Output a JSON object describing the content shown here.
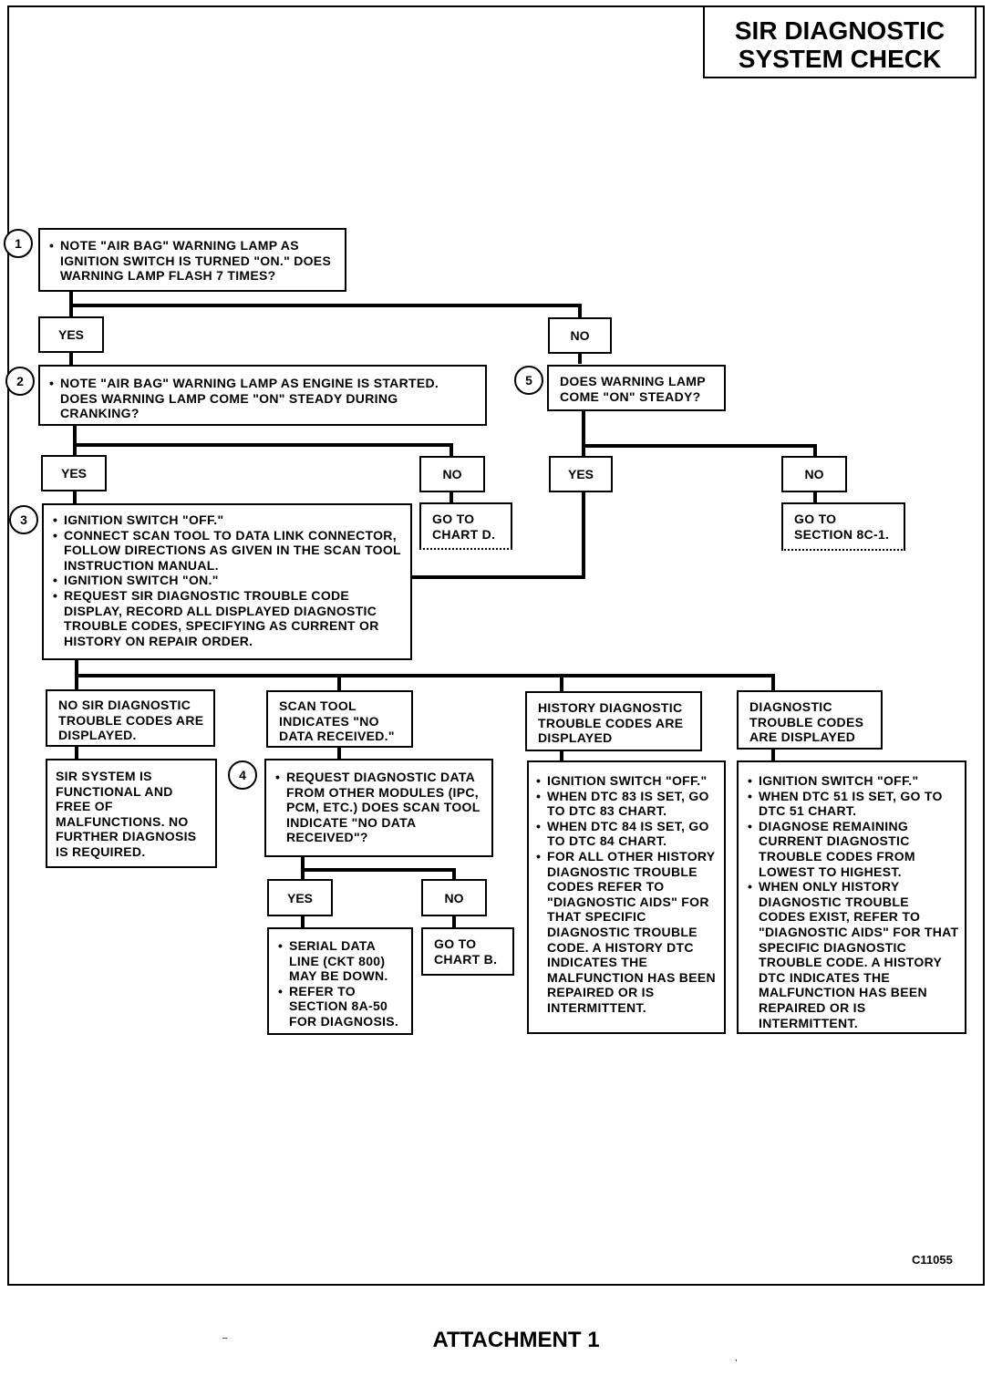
{
  "title": {
    "line1": "SIR DIAGNOSTIC",
    "line2": "SYSTEM CHECK"
  },
  "steps": [
    "1",
    "2",
    "3",
    "4",
    "5"
  ],
  "boxes": {
    "step1": [
      "NOTE \"AIR BAG\" WARNING LAMP AS IGNITION SWITCH IS TURNED \"ON.\" DOES WARNING LAMP FLASH 7 TIMES?"
    ],
    "step2": [
      "NOTE \"AIR BAG\" WARNING LAMP AS ENGINE IS STARTED. DOES WARNING LAMP COME \"ON\" STEADY DURING CRANKING?"
    ],
    "step5": "DOES WARNING LAMP COME \"ON\" STEADY?",
    "step3": [
      "IGNITION SWITCH \"OFF.\"",
      "CONNECT SCAN TOOL TO DATA LINK CONNECTOR, FOLLOW DIRECTIONS AS GIVEN IN THE SCAN TOOL INSTRUCTION MANUAL.",
      "IGNITION SWITCH \"ON.\"",
      "REQUEST SIR DIAGNOSTIC TROUBLE CODE DISPLAY, RECORD ALL DISPLAYED DIAGNOSTIC TROUBLE CODES, SPECIFYING AS CURRENT OR HISTORY ON REPAIR ORDER."
    ],
    "goto_chart_d": "GO TO CHART D.",
    "goto_section_8c1": "GO TO SECTION 8C-1.",
    "no_codes": "NO SIR DIAGNOSTIC TROUBLE CODES ARE DISPLAYED.",
    "no_codes_result": "SIR SYSTEM IS FUNCTIONAL AND FREE OF MALFUNCTIONS. NO FURTHER DIAGNOSIS IS REQUIRED.",
    "no_data": "SCAN TOOL INDICATES \"NO DATA RECEIVED.\"",
    "step4": [
      "REQUEST DIAGNOSTIC DATA FROM OTHER MODULES (IPC, PCM, ETC.) DOES SCAN TOOL INDICATE \"NO DATA RECEIVED\"?"
    ],
    "serial_data": [
      "SERIAL DATA LINE (CKT 800) MAY BE DOWN.",
      "REFER TO SECTION 8A-50 FOR DIAGNOSIS."
    ],
    "goto_chart_b": "GO TO CHART B.",
    "history_codes": "HISTORY DIAGNOSTIC TROUBLE CODES ARE DISPLAYED",
    "history_actions": [
      "IGNITION SWITCH \"OFF.\"",
      "WHEN DTC 83 IS SET, GO TO DTC 83 CHART.",
      "WHEN DTC 84 IS SET, GO TO DTC 84 CHART.",
      "FOR ALL OTHER HISTORY DIAGNOSTIC TROUBLE CODES REFER TO \"DIAGNOSTIC AIDS\" FOR THAT SPECIFIC DIAGNOSTIC TROUBLE CODE. A HISTORY DTC INDICATES THE MALFUNCTION HAS BEEN REPAIRED OR IS INTERMITTENT."
    ],
    "dtc_codes": "DIAGNOSTIC TROUBLE CODES ARE DISPLAYED",
    "dtc_actions": [
      "IGNITION SWITCH \"OFF.\"",
      "WHEN DTC 51 IS SET, GO TO DTC 51 CHART.",
      "DIAGNOSE REMAINING CURRENT DIAGNOSTIC TROUBLE CODES FROM LOWEST TO HIGHEST.",
      "WHEN ONLY HISTORY DIAGNOSTIC TROUBLE CODES EXIST, REFER TO \"DIAGNOSTIC AIDS\" FOR THAT SPECIFIC DIAGNOSTIC TROUBLE CODE. A HISTORY DTC INDICATES THE MALFUNCTION HAS BEEN REPAIRED OR IS INTERMITTENT."
    ]
  },
  "labels": {
    "yes": "YES",
    "no": "NO"
  },
  "figure_code": "C11055",
  "footer": "ATTACHMENT 1"
}
